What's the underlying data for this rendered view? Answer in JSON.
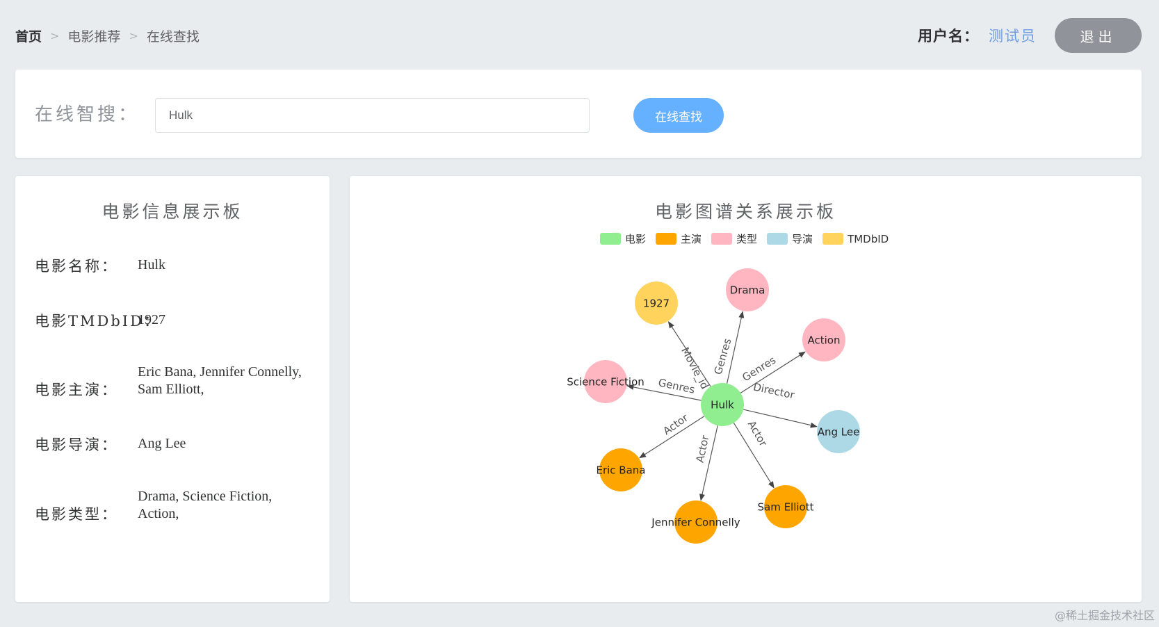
{
  "breadcrumb": {
    "items": [
      "首页",
      "电影推荐",
      "在线查找"
    ],
    "separator": ">"
  },
  "user": {
    "label": "用户名：",
    "name": "测试员",
    "logout_label": "退出"
  },
  "search": {
    "label": "在线智搜：",
    "value": "Hulk",
    "button_label": "在线查找"
  },
  "info_panel": {
    "title": "电影信息展示板",
    "fields": [
      {
        "label": "电影名称：",
        "lines": [
          "Hulk"
        ]
      },
      {
        "label": "电影TMDbID：",
        "lines": [
          "1927"
        ]
      },
      {
        "label": "电影主演：",
        "lines": [
          "Eric Bana, Jennifer Connelly,",
          "Sam Elliott,"
        ]
      },
      {
        "label": "电影导演：",
        "lines": [
          "Ang Lee"
        ]
      },
      {
        "label": "电影类型：",
        "lines": [
          "Drama, Science Fiction,",
          "Action,"
        ]
      }
    ]
  },
  "graph_panel": {
    "title": "电影图谱关系展示板",
    "legend": [
      {
        "label": "电影",
        "color": "#90ee90"
      },
      {
        "label": "主演",
        "color": "#ffa500"
      },
      {
        "label": "类型",
        "color": "#ffb6c1"
      },
      {
        "label": "导演",
        "color": "#add8e6"
      },
      {
        "label": "TMDbID",
        "color": "#ffd35c"
      }
    ],
    "nodes": [
      {
        "id": "hulk",
        "label": "Hulk",
        "category": "电影",
        "color": "#90ee90"
      },
      {
        "id": "tmdb",
        "label": "1927",
        "category": "TMDbID",
        "color": "#ffd35c"
      },
      {
        "id": "drama",
        "label": "Drama",
        "category": "类型",
        "color": "#ffb6c1"
      },
      {
        "id": "action",
        "label": "Action",
        "category": "类型",
        "color": "#ffb6c1"
      },
      {
        "id": "scifi",
        "label": "Science Fiction",
        "category": "类型",
        "color": "#ffb6c1"
      },
      {
        "id": "anglee",
        "label": "Ang Lee",
        "category": "导演",
        "color": "#add8e6"
      },
      {
        "id": "ericbana",
        "label": "Eric Bana",
        "category": "主演",
        "color": "#ffa500"
      },
      {
        "id": "jennifer",
        "label": "Jennifer Connelly",
        "category": "主演",
        "color": "#ffa500"
      },
      {
        "id": "samelliott",
        "label": "Sam Elliott",
        "category": "主演",
        "color": "#ffa500"
      }
    ],
    "edges": [
      {
        "source": "hulk",
        "target": "tmdb",
        "label": "Movie_id"
      },
      {
        "source": "hulk",
        "target": "drama",
        "label": "Genres"
      },
      {
        "source": "hulk",
        "target": "action",
        "label": "Genres"
      },
      {
        "source": "hulk",
        "target": "scifi",
        "label": "Genres"
      },
      {
        "source": "hulk",
        "target": "anglee",
        "label": "Director"
      },
      {
        "source": "hulk",
        "target": "ericbana",
        "label": "Actor"
      },
      {
        "source": "hulk",
        "target": "jennifer",
        "label": "Actor"
      },
      {
        "source": "hulk",
        "target": "samelliott",
        "label": "Actor"
      }
    ]
  },
  "watermark": "@稀土掘金技术社区"
}
